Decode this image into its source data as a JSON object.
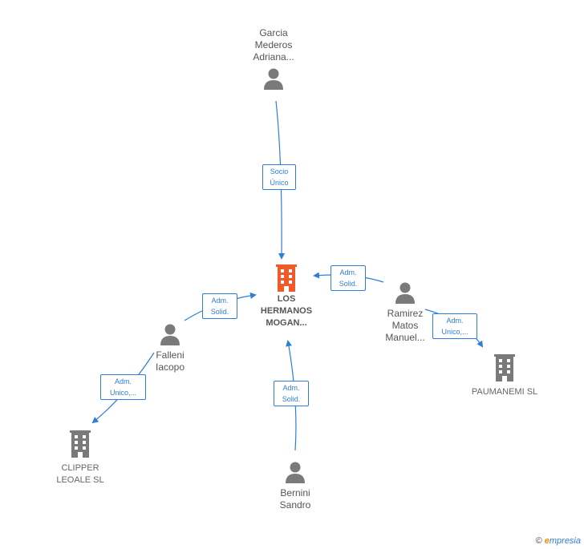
{
  "colors": {
    "edge": "#2e7ed6",
    "person": "#7a7a7a",
    "company": "#7a7a7a",
    "main": "#f05a28"
  },
  "nodes": {
    "garcia": {
      "label": "Garcia\nMederos\nAdriana...",
      "icon": "person-icon"
    },
    "main": {
      "label": "LOS\nHERMANOS\nMOGAN...",
      "icon": "building-icon"
    },
    "ramirez": {
      "label": "Ramirez\nMatos\nManuel...",
      "icon": "person-icon"
    },
    "falleni": {
      "label": "Falleni\nIacopo",
      "icon": "person-icon"
    },
    "paumanemi": {
      "label": "PAUMANEMI SL",
      "icon": "building-icon"
    },
    "clipper": {
      "label": "CLIPPER\nLEOALE  SL",
      "icon": "building-icon"
    },
    "bernini": {
      "label": "Bernini\nSandro",
      "icon": "person-icon"
    }
  },
  "edges": {
    "garcia_main": "Socio\nÚnico",
    "ramirez_main": "Adm.\nSolid.",
    "ramirez_paumanemi": "Adm.\nUnico,...",
    "falleni_main": "Adm.\nSolid.",
    "falleni_clipper": "Adm.\nUnico,...",
    "bernini_main": "Adm.\nSolid."
  },
  "credit": {
    "copyright": "©",
    "brand_first": "e",
    "brand_rest": "mpresia"
  }
}
